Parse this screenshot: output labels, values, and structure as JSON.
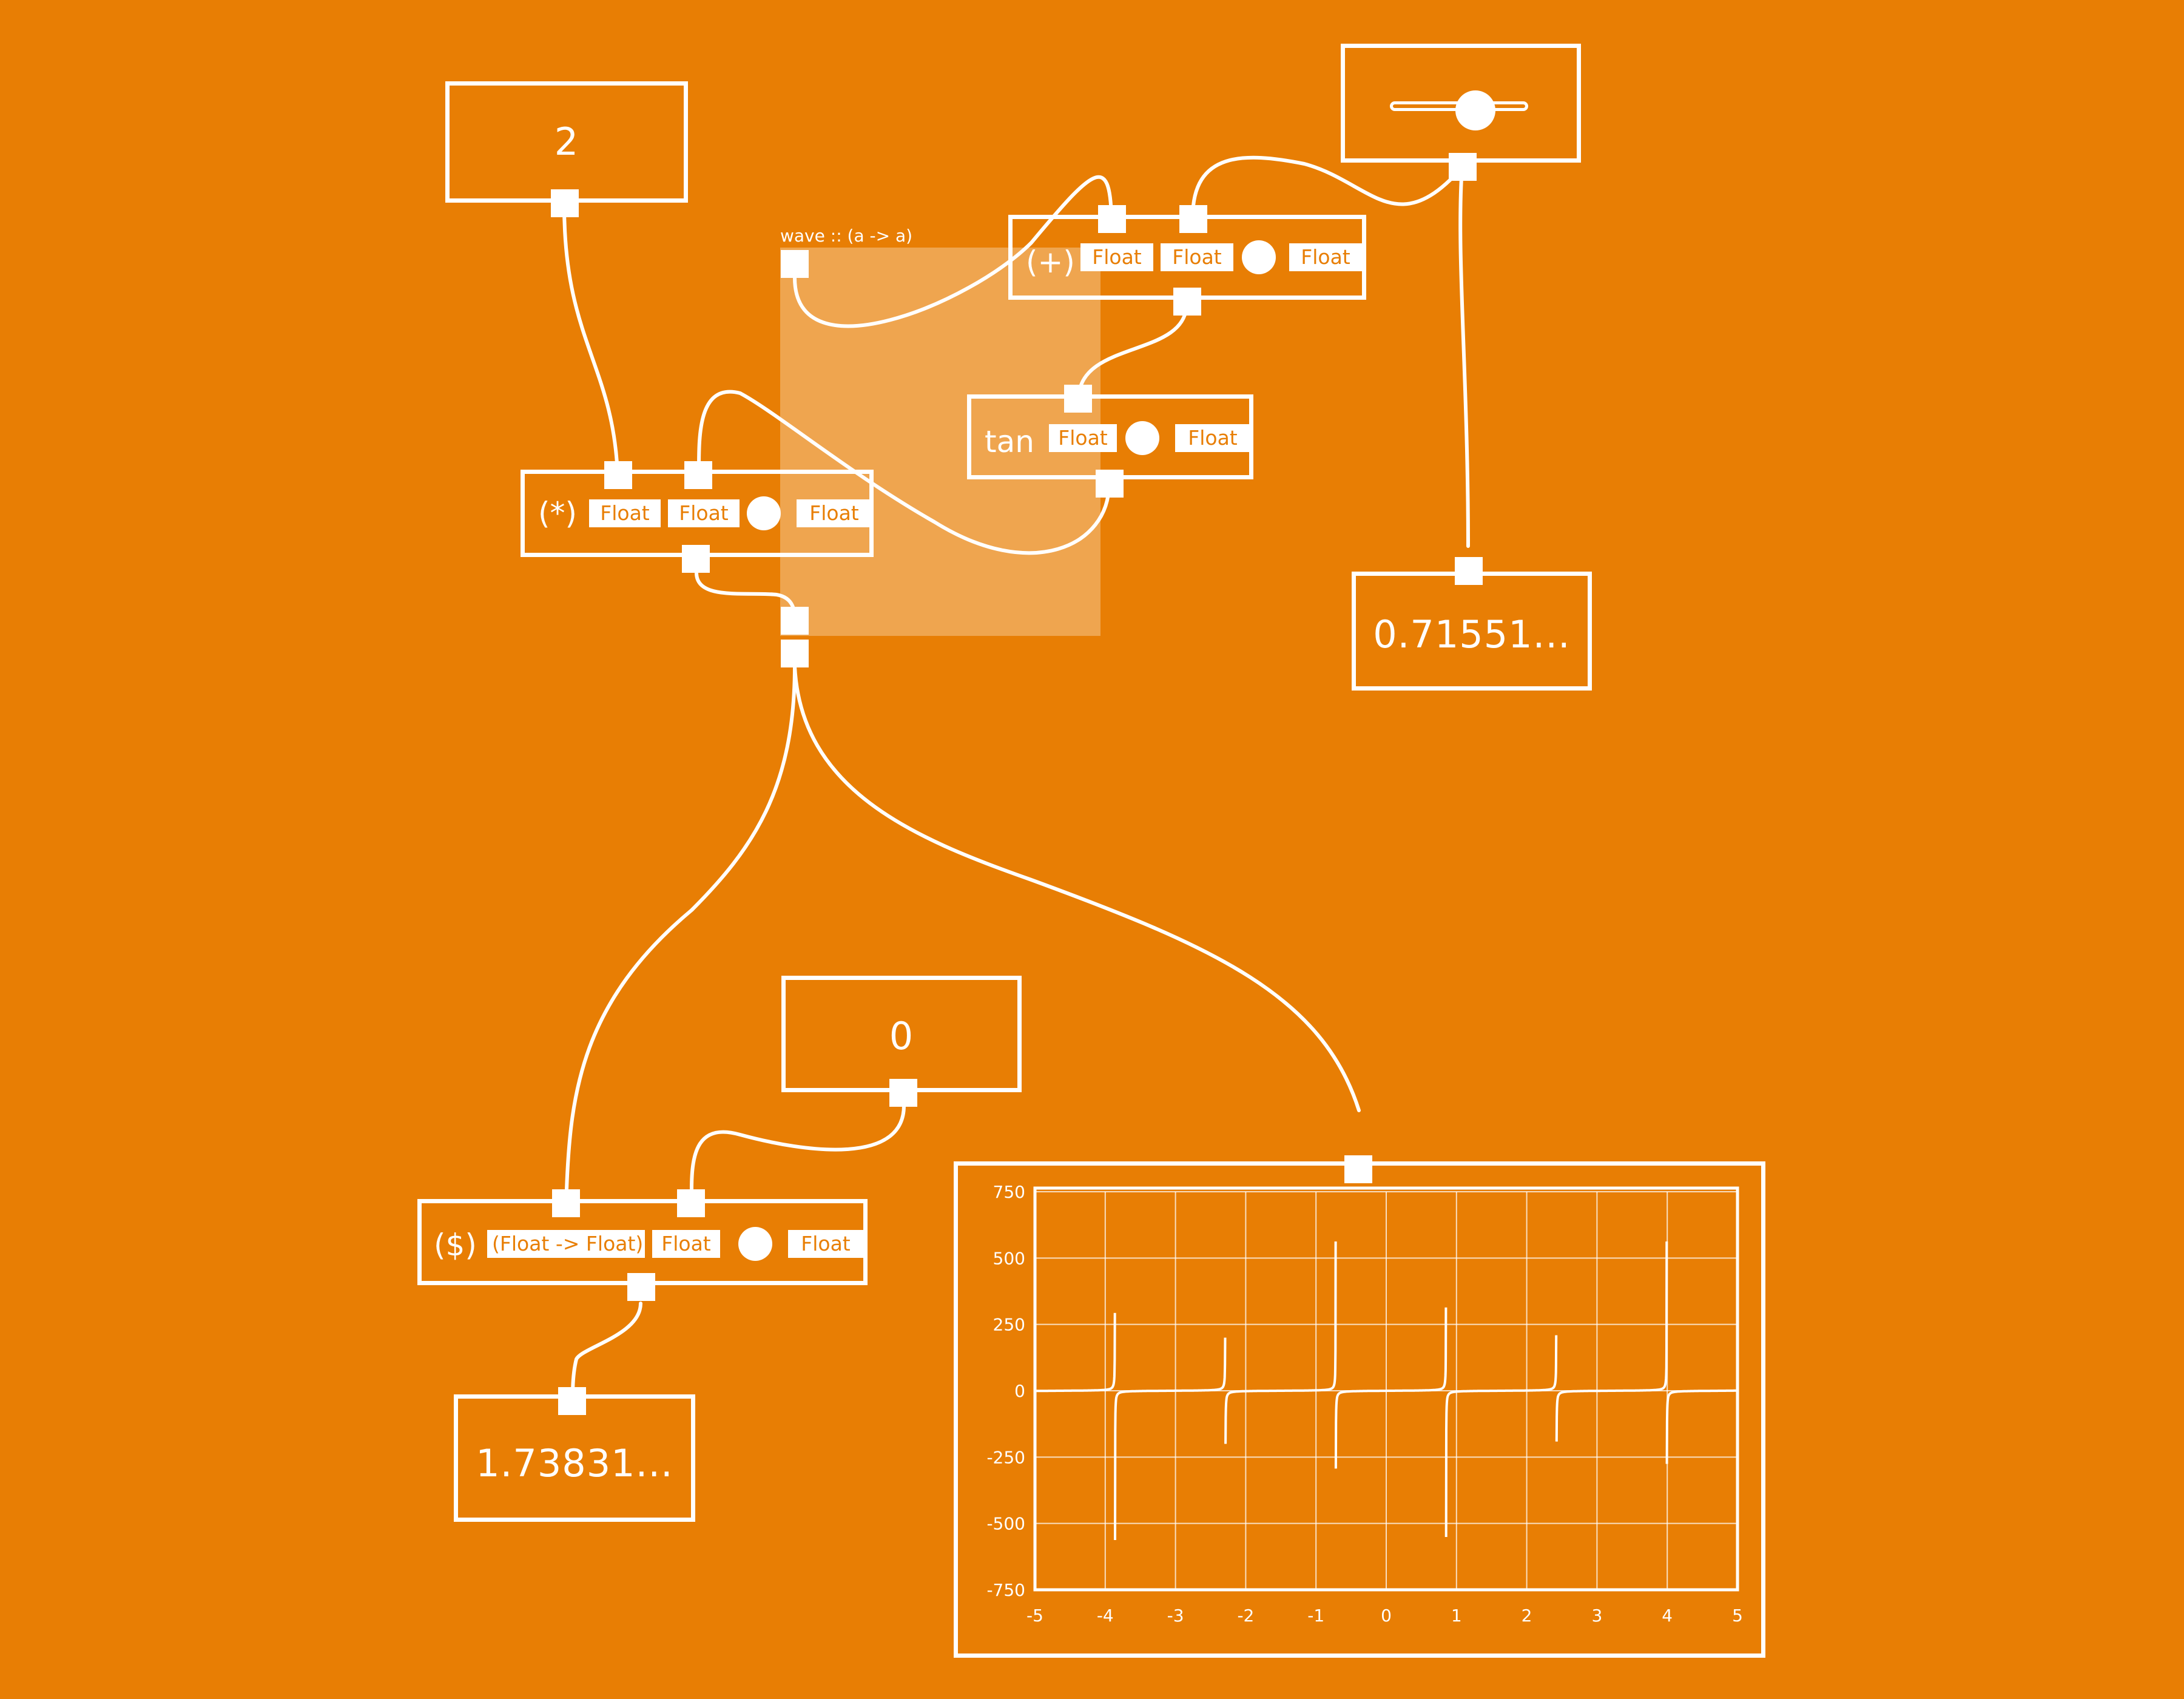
{
  "nodes": {
    "const_two": {
      "value": "2"
    },
    "const_zero": {
      "value": "0"
    },
    "slider": {
      "level": 0.62
    },
    "multiply": {
      "label": "(*)",
      "inputs": [
        "Float",
        "Float"
      ],
      "output": "Float"
    },
    "add": {
      "label": "(+)",
      "inputs": [
        "Float",
        "Float"
      ],
      "output": "Float"
    },
    "tan": {
      "label": "tan",
      "inputs": [
        "Float"
      ],
      "output": "Float"
    },
    "apply": {
      "label": "($)",
      "inputs": [
        "(Float -> Float)",
        "Float"
      ],
      "output": "Float"
    },
    "display_right": {
      "value": "0.71551..."
    },
    "display_bottom": {
      "value": "1.73831..."
    }
  },
  "group": {
    "label": "wave :: (a -> a)"
  },
  "colors": {
    "background": "#E87E04",
    "foreground": "#FFFFFF"
  },
  "icons": {
    "port": "square-port-icon",
    "separator": "circle-dot-icon"
  },
  "chart_data": {
    "type": "line",
    "title": "",
    "xlabel": "",
    "ylabel": "",
    "xlim": [
      -5,
      5
    ],
    "ylim": [
      -750,
      750
    ],
    "x_ticks": [
      "-5",
      "-4",
      "-3",
      "-2",
      "-1",
      "0",
      "1",
      "2",
      "3",
      "4",
      "5"
    ],
    "y_ticks": [
      "750",
      "500",
      "250",
      "0",
      "-250",
      "-500",
      "-750"
    ],
    "grid": true,
    "series": [
      {
        "name": "",
        "function": "tan(2x + c)",
        "asymptotes_x": [
          -2.29,
          0.85,
          3.99
        ],
        "clip_y": [
          -750,
          750
        ]
      }
    ]
  }
}
